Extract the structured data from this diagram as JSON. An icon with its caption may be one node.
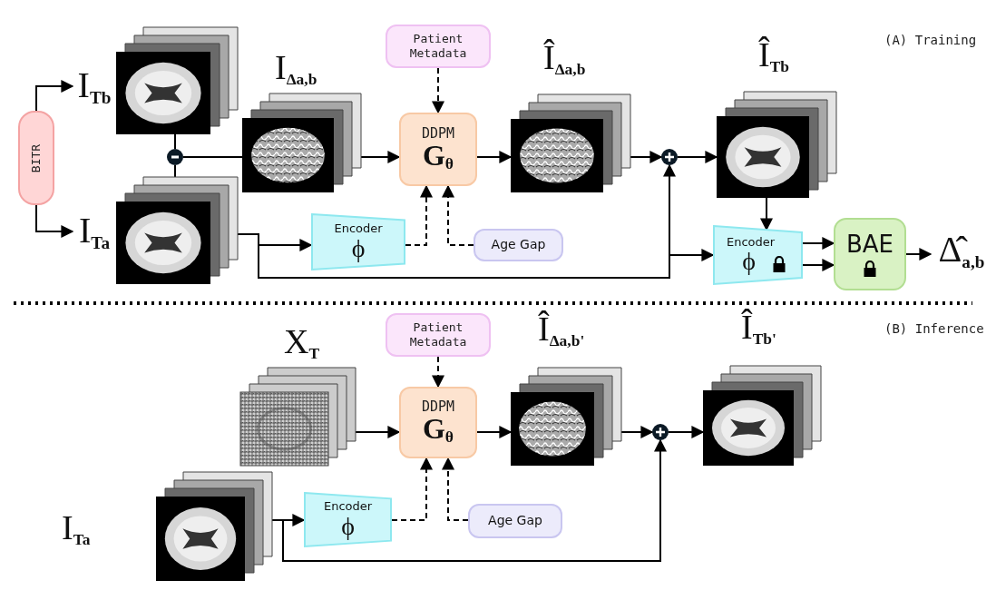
{
  "diagram": {
    "nodes": [
      {
        "text": [
          "BITR"
        ]
      },
      {
        "text": [
          "I$_{Tb}$"
        ]
      },
      {
        "text": [],
        "shape": "picture"
      },
      {
        "text": [
          "I$_{Ta}$"
        ]
      },
      {
        "text": [],
        "shape": "picture"
      },
      {
        "text": [],
        "shape": "circle"
      },
      {
        "text": [],
        "shape": "picture",
        "beside": [
          "I$_{Δa,b}$"
        ]
      },
      {
        "text": [
          "Patient Metadata"
        ]
      },
      {
        "text": [
          "DDPM",
          "G$_{θ}$"
        ]
      },
      {
        "text": [
          "Encoder",
          "ϕ"
        ]
      },
      {
        "text": [
          "Age Gap"
        ]
      },
      {
        "text": [],
        "shape": "picture",
        "beside": [
          "Î$_{Δa,b}$"
        ]
      },
      {
        "text": [],
        "shape": "circle"
      },
      {
        "text": [],
        "shape": "picture",
        "beside": [
          "Î$_{Tb}$"
        ]
      },
      {
        "text": [
          "Encoder",
          "ϕ"
        ]
      },
      {
        "text": [
          "BAE"
        ]
      },
      {
        "text": [
          "Δ̂$_{a,b}$"
        ]
      },
      {
        "text": [
          "Patient Metadata"
        ]
      },
      {
        "text": [],
        "shape": "picture",
        "beside": [
          "X$_{T}$"
        ]
      },
      {
        "text": [
          "DDPM",
          "G$_{θ}$"
        ]
      },
      {
        "text": [],
        "shape": "picture",
        "beside": [
          "Î$_{Δa,b'}$"
        ]
      },
      {
        "text": [],
        "shape": "circle"
      },
      {
        "text": [],
        "shape": "picture",
        "beside": [
          "Î$_{Tb'}$"
        ]
      },
      {
        "text": [],
        "shape": "picture",
        "beside": [
          "I$_{Ta}$"
        ]
      },
      {
        "text": [
          "Encoder",
          "ϕ"
        ]
      },
      {
        "text": [
          "Age Gap"
        ]
      }
    ],
    "edges": [
      {
        "from": 0,
        "to": 1,
        "arrow": "to"
      },
      {
        "from": 0,
        "to": 3,
        "arrow": "to"
      },
      {
        "from": 2,
        "to": 5,
        "arrow": "none"
      },
      {
        "from": 4,
        "to": 5,
        "arrow": "none"
      },
      {
        "from": 5,
        "to": 6,
        "arrow": "none"
      },
      {
        "from": 6,
        "to": 8,
        "arrow": "to"
      },
      {
        "from": 7,
        "to": 8,
        "arrow": "to",
        "style": "dashed"
      },
      {
        "from": 4,
        "to": 9,
        "arrow": "to"
      },
      {
        "from": 9,
        "to": 8,
        "arrow": "to",
        "style": "dashed"
      },
      {
        "from": 10,
        "to": 8,
        "arrow": "to",
        "style": "dashed"
      },
      {
        "from": 8,
        "to": 11,
        "arrow": "to"
      },
      {
        "from": 11,
        "to": 12,
        "arrow": "to"
      },
      {
        "from": 12,
        "to": 13,
        "arrow": "to"
      },
      {
        "from": 4,
        "to": 12,
        "arrow": "to"
      },
      {
        "from": 4,
        "to": 14,
        "arrow": "to"
      },
      {
        "from": 13,
        "to": 14,
        "arrow": "to"
      },
      {
        "from": 14,
        "to": 15,
        "arrow": "to"
      },
      {
        "from": 14,
        "to": 15,
        "arrow": "to"
      },
      {
        "from": 15,
        "to": 16,
        "arrow": "to"
      },
      {
        "from": 17,
        "to": 19,
        "arrow": "to",
        "style": "dashed"
      },
      {
        "from": 18,
        "to": 19,
        "arrow": "to"
      },
      {
        "from": 24,
        "to": 19,
        "arrow": "to",
        "style": "dashed"
      },
      {
        "from": 25,
        "to": 19,
        "arrow": "to",
        "style": "dashed"
      },
      {
        "from": 19,
        "to": 20,
        "arrow": "to"
      },
      {
        "from": 20,
        "to": 21,
        "arrow": "to"
      },
      {
        "from": 21,
        "to": 22,
        "arrow": "to"
      },
      {
        "from": 23,
        "to": 24,
        "arrow": "to"
      },
      {
        "from": 23,
        "to": 21,
        "arrow": "to"
      }
    ],
    "labels": [
      "(A) Training",
      "(B) Inference"
    ]
  }
}
